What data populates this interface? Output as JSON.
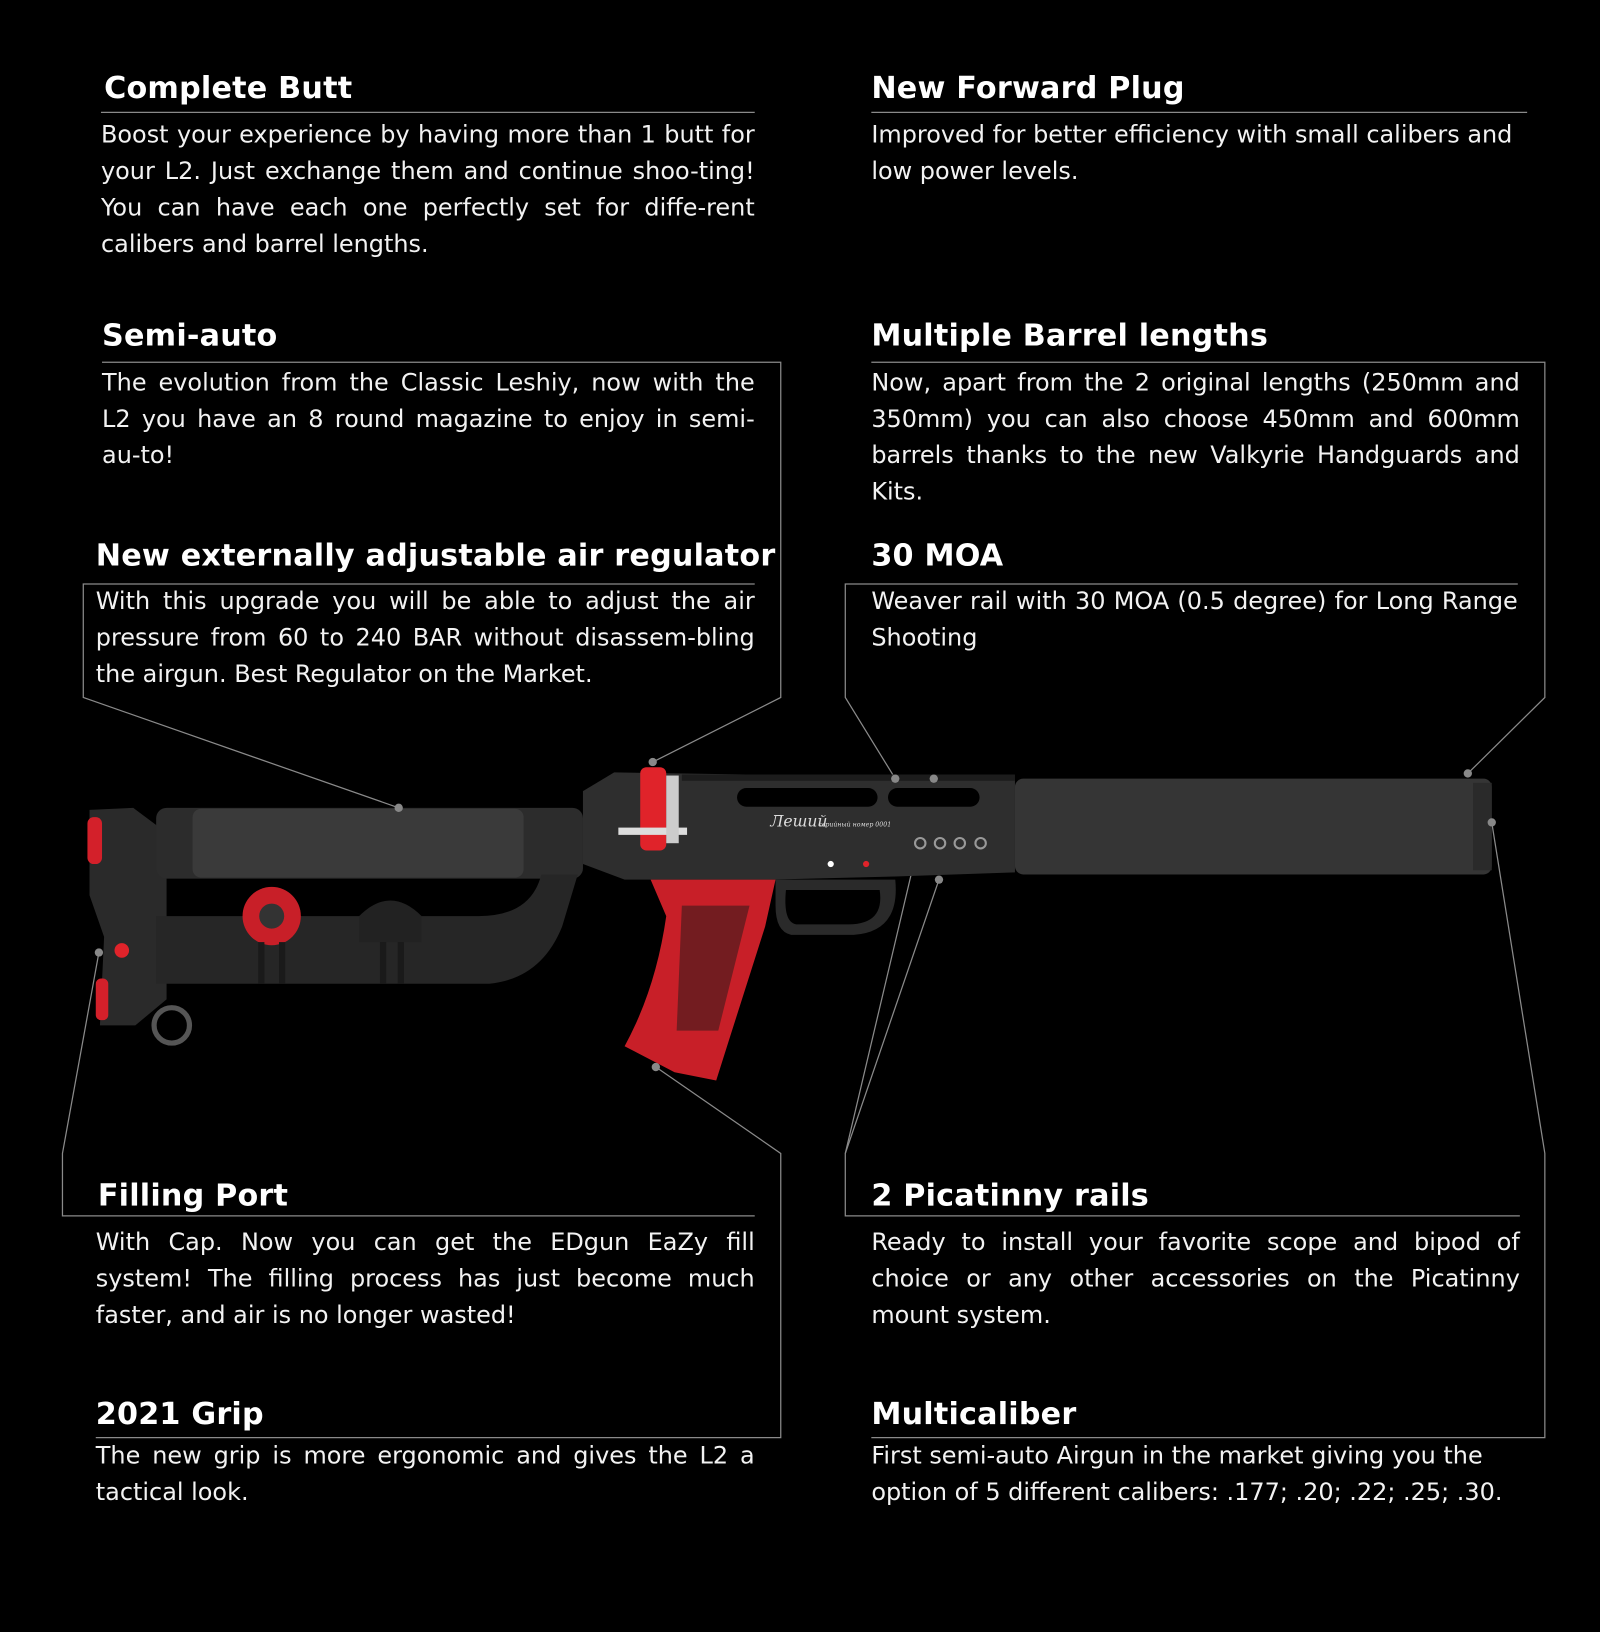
{
  "features": [
    {
      "title": "Complete Butt",
      "text": "Boost your experience by having more than 1 butt for your L2. Just exchange them and continue shoo-ting! You can have each one perfectly set for diffe-rent calibers and barrel lengths."
    },
    {
      "title": "New Forward Plug",
      "text": "Improved for better efficiency with small calibers and low power levels."
    },
    {
      "title": "Semi-auto",
      "text": "The evolution from the Classic Leshiy, now with the L2 you have an 8 round magazine to enjoy in semi-au-to!"
    },
    {
      "title": "Multiple Barrel lengths",
      "text": "Now, apart from the 2 original lengths (250mm and 350mm) you can also choose 450mm and 600mm barrels thanks to the new Valkyrie Handguards and Kits."
    },
    {
      "title": "New externally adjustable air regulator",
      "text": "With this upgrade you will be able to adjust the air pressure from 60 to 240 BAR without disassem-bling  the airgun. Best Regulator on the Market."
    },
    {
      "title": "30 MOA",
      "text": "Weaver rail with 30 MOA (0.5 degree) for Long Range Shooting"
    },
    {
      "title": "Filling Port",
      "text": "With Cap. Now you can get the EDgun EaZy fill system! The filling process has just become much faster, and air is no longer wasted!"
    },
    {
      "title": "2 Picatinny rails",
      "text": "Ready to install your favorite scope and bipod of choice or any other accessories on the Picatinny mount system."
    },
    {
      "title": "2021 Grip",
      "text": "The new grip is more ergonomic and gives the L2 a tactical look."
    },
    {
      "title": "Multicaliber",
      "text": "First semi-auto Airgun in the market giving you the option of 5 different calibers: .177; .20; .22; .25; .30."
    }
  ],
  "engraving": {
    "name": "Леший",
    "serial": "серийный номер 0001"
  },
  "colors": {
    "background": "#000000",
    "accent": "#e0232a",
    "line": "#9a9a9a"
  }
}
